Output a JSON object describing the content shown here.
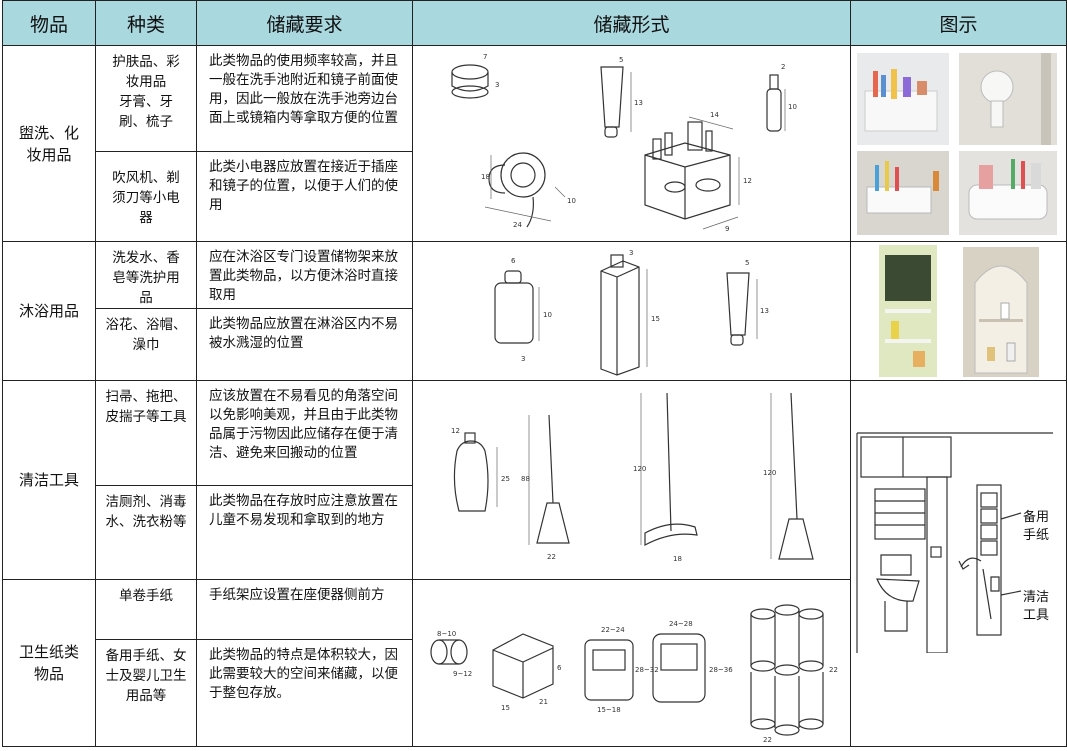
{
  "headers": {
    "item": "物品",
    "kind": "种类",
    "req": "储藏要求",
    "form": "储藏形式",
    "pic": "图示"
  },
  "rows": [
    {
      "item": "盥洗、化妆用品",
      "sub": [
        {
          "kind": "护肤品、彩妆用品\n牙膏、牙刷、梳子",
          "req": "此类物品的使用频率较高，并且一般在洗手池附近和镜子前面使用，因此一般放在洗手池旁边台面上或镜箱内等拿取方便的位置"
        },
        {
          "kind": "吹风机、剃须刀等小电器",
          "req": "此类小电器应放置在接近于插座和镜子的位置，以便于人们的使用"
        }
      ]
    },
    {
      "item": "沐浴用品",
      "sub": [
        {
          "kind": "洗发水、香皂等洗护用品",
          "req": "应在沐浴区专门设置储物架来放置此类物品，以方便沐浴时直接取用"
        },
        {
          "kind": "浴花、浴帽、澡巾",
          "req": "此类物品应放置在淋浴区内不易被水溅湿的位置"
        }
      ]
    },
    {
      "item": "清洁工具",
      "sub": [
        {
          "kind": "扫帚、拖把、皮揣子等工具",
          "req": "应该放置在不易看见的角落空间以免影响美观，并且由于此类物品属于污物因此应储存在便于清洁、避免来回搬动的位置"
        },
        {
          "kind": "洁厕剂、消毒水、洗衣粉等",
          "req": "此类物品在存放时应注意放置在儿童不易发现和拿取到的地方"
        }
      ]
    },
    {
      "item": "卫生纸类物品",
      "sub": [
        {
          "kind": "单卷手纸",
          "req": "手纸架应设置在座便器侧前方"
        },
        {
          "kind": "备用手纸、女士及婴儿卫生用品等",
          "req": "此类物品的特点是体积较大，因此需要较大的空间来储藏，以便于整包存放。"
        }
      ]
    }
  ],
  "diagram_labels": {
    "spare_paper": "备用\n手纸",
    "cleaning_tools": "清洁\n工具"
  },
  "dims": {
    "jar": "7",
    "jar_h": "3",
    "tube": "5",
    "tube_h": "13",
    "spray": "2",
    "spray_h": "10",
    "dryer_h": "18",
    "dryer_w": "24",
    "dryer_d": "10",
    "org_w": "14",
    "org_h": "12",
    "org_d": "9",
    "bottle_w": "6",
    "bottle_h": "10",
    "bottle_d": "3",
    "tall": "3",
    "tall_h": "15",
    "tube2": "5",
    "tube2_h": "13",
    "det": "12",
    "det_h": "25",
    "broom_h": "88",
    "broom_w": "22",
    "mop_h": "120",
    "mop_w": "18",
    "broom2_h": "120",
    "roll": "8~10",
    "roll_h": "9~12",
    "pack_h": "6",
    "pack_w": "21",
    "pack_d": "15",
    "disp1": "22~24",
    "disp1_h": "28~32",
    "disp1_d": "15~18",
    "disp2": "24~28",
    "disp2_h": "28~36",
    "stack_h": "22",
    "stack_w": "22"
  }
}
